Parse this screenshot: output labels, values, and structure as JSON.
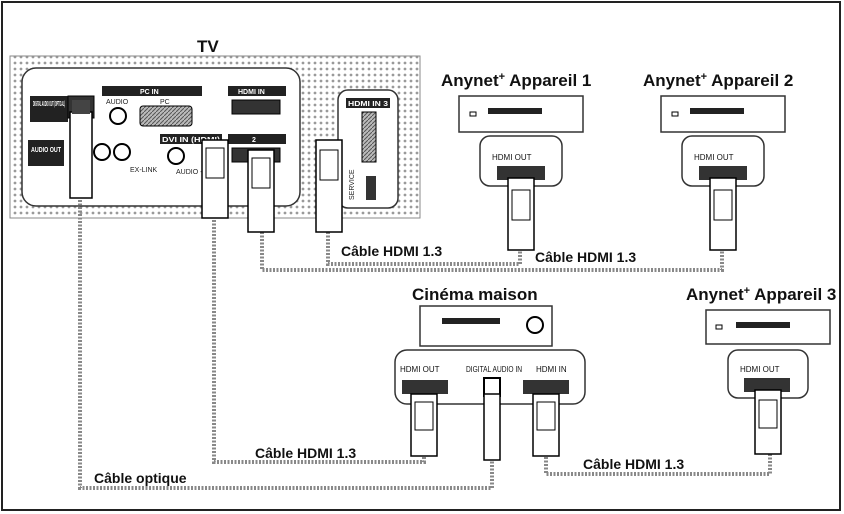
{
  "tv": {
    "title": "TV",
    "ports": {
      "digital_audio_out": "DIGITAL AUDIO OUT (OPTICAL)",
      "audio_out": "AUDIO OUT",
      "pc_in": "PC IN",
      "audio": "AUDIO",
      "pc": "PC",
      "hdmi_in": "HDMI IN",
      "hdmi_2": "2",
      "dvi_in": "DVI IN (HDMI)",
      "audio_r": "AUDIO - R",
      "ex_link": "EX-LINK",
      "hdmi_in_3": "HDMI IN 3",
      "service": "SERVICE"
    }
  },
  "devices": {
    "device1": {
      "label_main": "Anynet",
      "label_sup": "+",
      "label_rest": " Appareil 1",
      "port": "HDMI OUT"
    },
    "device2": {
      "label_main": "Anynet",
      "label_sup": "+",
      "label_rest": " Appareil 2",
      "port": "HDMI OUT"
    },
    "device3": {
      "label_main": "Anynet",
      "label_sup": "+",
      "label_rest": " Appareil 3",
      "port": "HDMI OUT"
    },
    "home_cinema": {
      "label": "Cinéma maison",
      "port_out": "HDMI OUT",
      "port_digital": "DIGITAL AUDIO IN",
      "port_in": "HDMI IN"
    }
  },
  "cables": {
    "c1": "Câble HDMI 1.3",
    "c2": "Câble HDMI 1.3",
    "c3": "Câble HDMI 1.3",
    "c4": "Câble HDMI 1.3",
    "optical": "Câble optique"
  }
}
